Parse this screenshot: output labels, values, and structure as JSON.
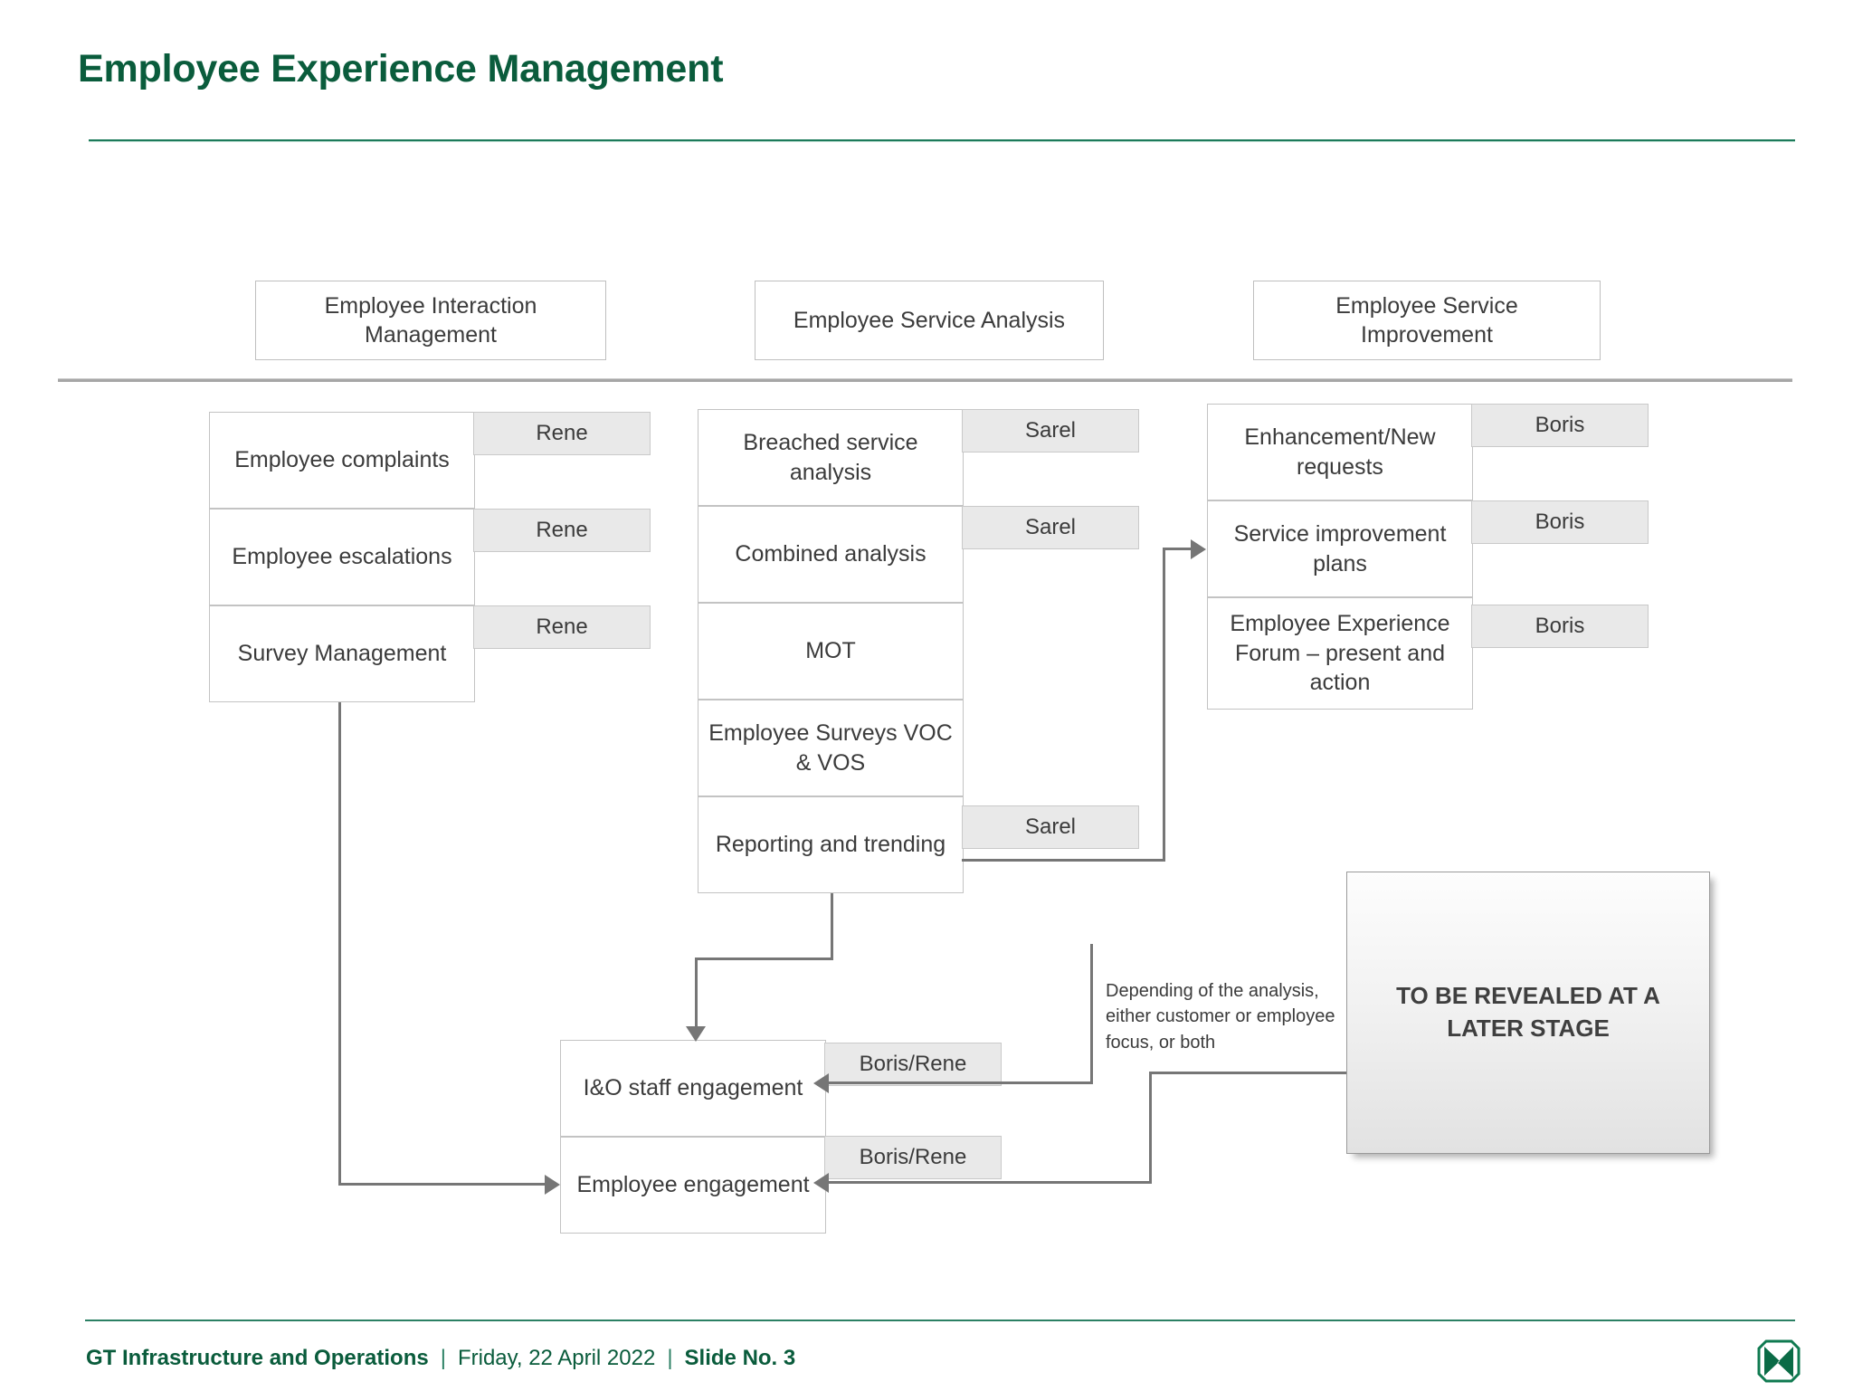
{
  "slide": {
    "title": "Employee Experience Management"
  },
  "header_boxes": [
    {
      "label": "Employee Interaction Management"
    },
    {
      "label": "Employee Service Analysis"
    },
    {
      "label": "Employee Service Improvement"
    }
  ],
  "columns": [
    {
      "name": "employee-interaction-management",
      "items": [
        {
          "label": "Employee complaints",
          "owner": "Rene"
        },
        {
          "label": "Employee escalations",
          "owner": "Rene"
        },
        {
          "label": "Survey Management",
          "owner": "Rene"
        }
      ]
    },
    {
      "name": "employee-service-analysis",
      "items": [
        {
          "label": "Breached service analysis",
          "owner": "Sarel"
        },
        {
          "label": "Combined analysis",
          "owner": "Sarel"
        },
        {
          "label": "MOT",
          "owner": ""
        },
        {
          "label": "Employee Surveys VOC & VOS",
          "owner": ""
        },
        {
          "label": "Reporting and trending",
          "owner": "Sarel"
        }
      ]
    },
    {
      "name": "employee-service-improvement",
      "items": [
        {
          "label": "Enhancement/New requests",
          "owner": "Boris"
        },
        {
          "label": "Service improvement plans",
          "owner": "Boris"
        },
        {
          "label": "Employee Experience Forum – present and action",
          "owner": "Boris"
        }
      ]
    }
  ],
  "engagement": {
    "items": [
      {
        "label": "I&O staff engagement",
        "owner": "Boris/Rene"
      },
      {
        "label": "Employee engagement",
        "owner": "Boris/Rene"
      }
    ]
  },
  "callout": {
    "text": "Depending of the analysis, either customer or employee focus, or both"
  },
  "reveal": {
    "text": "TO BE REVEALED AT A LATER STAGE"
  },
  "footer": {
    "department": "GT Infrastructure and Operations",
    "separator": "|",
    "date": "Friday, 22 April 2022",
    "slide_no": "Slide No. 3"
  },
  "colors": {
    "brand_green": "#0a5c3c",
    "rule_green": "#2b8064",
    "box_border": "#c3c3c3",
    "tag_fill": "#e9e9e9",
    "connector": "#767676"
  }
}
